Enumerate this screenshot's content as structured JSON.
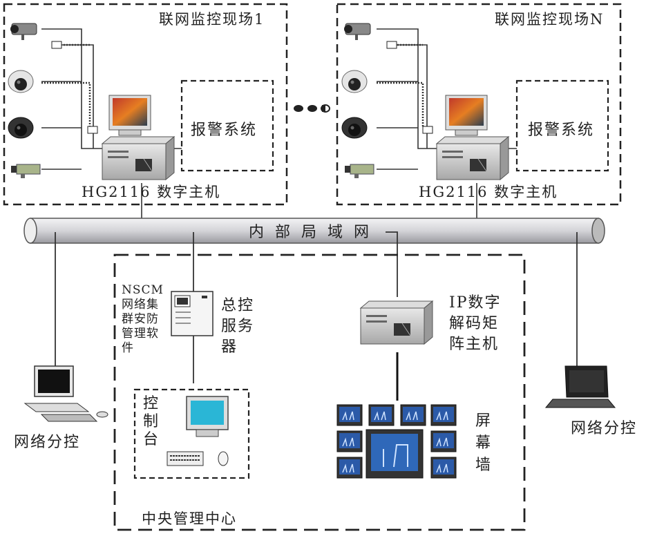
{
  "site1": {
    "title": "联网监控现场1",
    "host_label": "HG2116 数字主机",
    "alarm_label": "报警系统"
  },
  "siteN": {
    "title": "联网监控现场N",
    "host_label": "HG2116 数字主机",
    "alarm_label": "报警系统"
  },
  "lan_label": "内部局域网",
  "center": {
    "title": "中央管理中心",
    "software_label": "NSCM网络集群安防管理软件",
    "server_label": "总控服务器",
    "decoder_label": "IP数字解码矩阵主机",
    "console_label": "控制台",
    "screen_wall_label": "屏幕墙"
  },
  "remote_left_label": "网络分控",
  "remote_right_label": "网络分控",
  "colors": {
    "pipe": "#d9d9dc",
    "pipe_stroke": "#666",
    "dash": "#222",
    "screen_blue": "#2b5aa8"
  }
}
